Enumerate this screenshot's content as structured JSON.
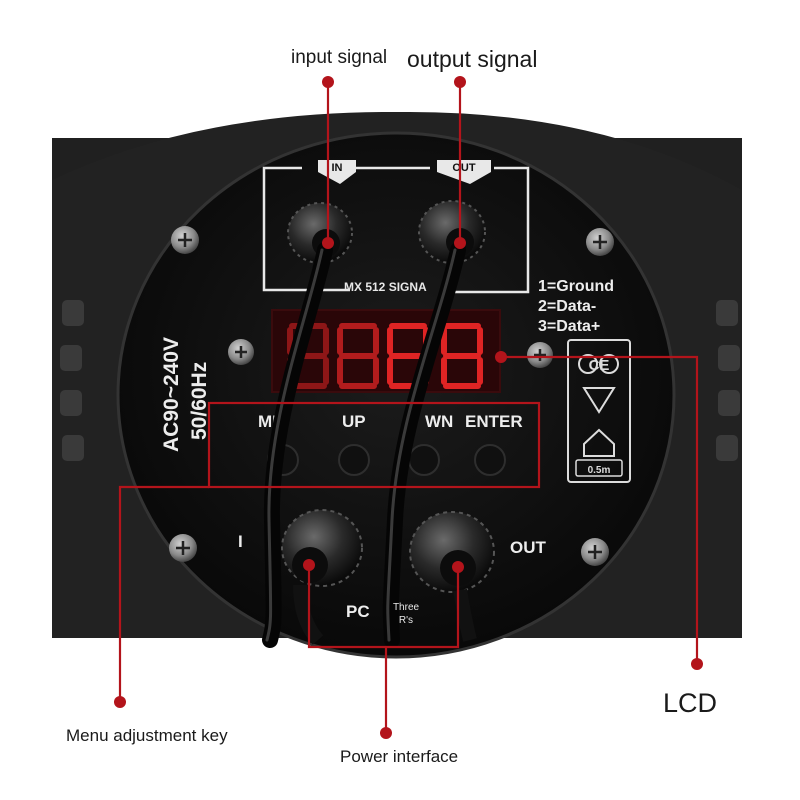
{
  "callouts": {
    "input_signal": "input signal",
    "output_signal": "output signal",
    "lcd": "LCD",
    "menu_key": "Menu adjustment key",
    "power_interface": "Power interface"
  },
  "panel": {
    "in_label": "IN",
    "out_label": "OUT",
    "dmx_label": "MX 512 SIGNA",
    "pin1": "1=Ground",
    "pin2": "2=Data-",
    "pin3": "3=Data+",
    "voltage": "AC90~240V",
    "frequency": "50/60Hz",
    "btn_menu": "ME",
    "btn_up": "UP",
    "btn_down": "WN",
    "btn_enter": "ENTER",
    "power_in": "I",
    "power_out": "OUT",
    "power_po": "PC",
    "ce_mark": "CE",
    "distance": "0.5m",
    "three_rs_line1": "Three",
    "three_rs_line2": "R's"
  },
  "colors": {
    "callout_red": "#b3141b",
    "led_red": "#ff2a2a",
    "housing": "#141414"
  }
}
